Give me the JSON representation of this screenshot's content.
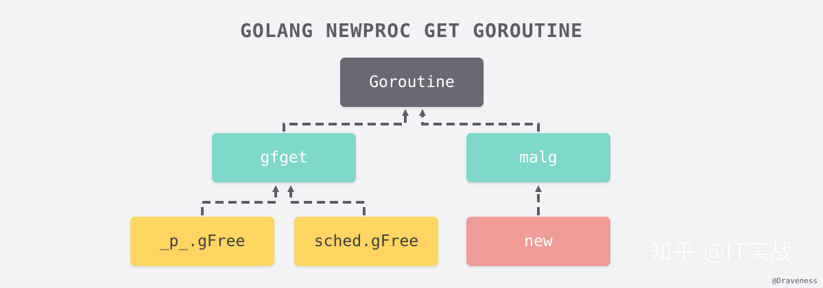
{
  "title": "GOLANG NEWPROC GET GOROUTINE",
  "nodes": {
    "goroutine": "Goroutine",
    "gfget": "gfget",
    "malg": "malg",
    "p_gfree": "_p_.gFree",
    "sched_gfree": "sched.gFree",
    "new": "new"
  },
  "watermark": "知乎 @IT实战",
  "credit": "@Draveness",
  "colors": {
    "background": "#f2f3f5",
    "dark_node": "#6a6873",
    "teal_node": "#7ed8cb",
    "yellow_node": "#fdd560",
    "red_node": "#ef9b98",
    "edge": "#5d5d66"
  }
}
